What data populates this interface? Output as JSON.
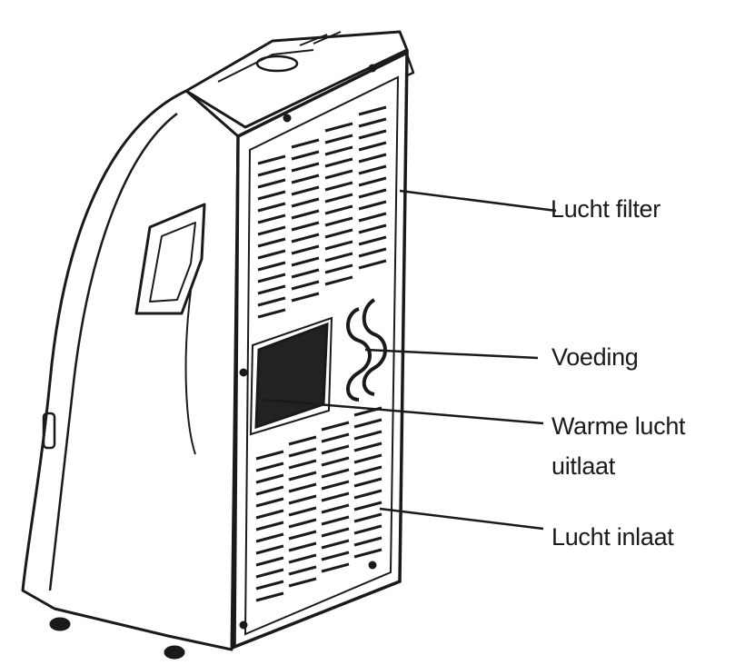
{
  "labels": {
    "air_filter": "Lucht filter",
    "power": "Voeding",
    "warm_air_outlet_line1": "Warme lucht",
    "warm_air_outlet_line2": "uitlaat",
    "air_inlet": "Lucht inlaat"
  },
  "colors": {
    "ink": "#1a1a1a",
    "paper": "#ffffff",
    "panel_dark": "#222222"
  }
}
